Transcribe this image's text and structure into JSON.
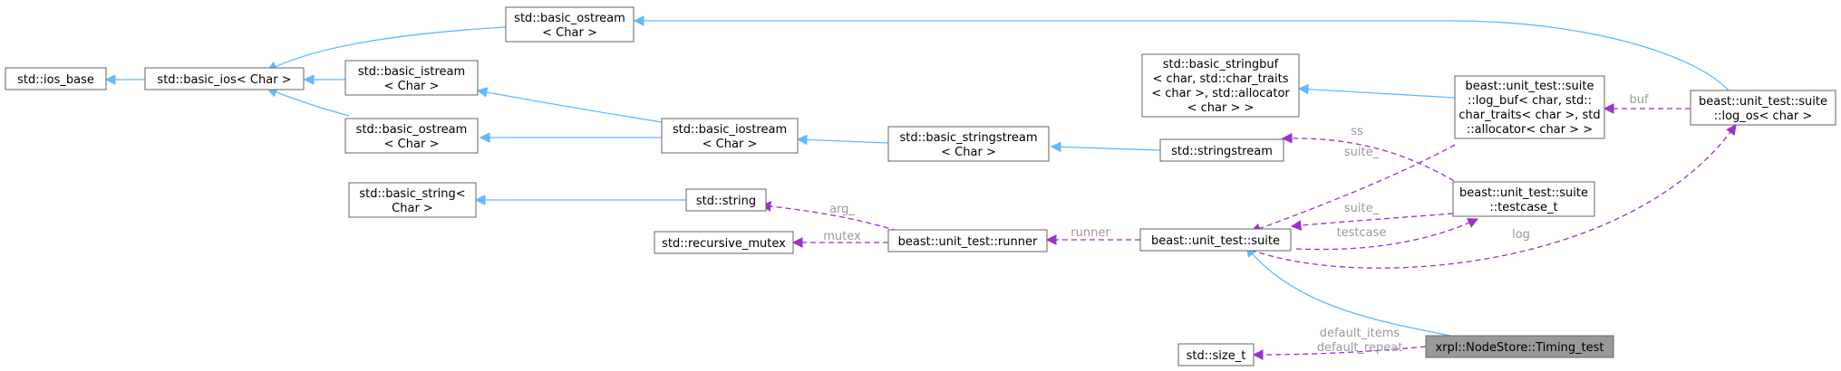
{
  "colors": {
    "inheritance_edge": "#63b8ff",
    "usage_edge": "#9a32cd",
    "focus_node_fill": "#999999",
    "node_border": "#666666",
    "edge_label": "#9a9a9a"
  },
  "nodes": {
    "ios_base": [
      "std::ios_base"
    ],
    "basic_ios": [
      "std::basic_ios< Char >"
    ],
    "basic_ostream_top": [
      "std::basic_ostream",
      "< Char >"
    ],
    "basic_istream": [
      "std::basic_istream",
      "< Char >"
    ],
    "basic_ostream_mid": [
      "std::basic_ostream",
      "< Char >"
    ],
    "basic_iostream": [
      "std::basic_iostream",
      "< Char >"
    ],
    "basic_stringstream": [
      "std::basic_stringstream",
      "< Char >"
    ],
    "stringstream": [
      "std::stringstream"
    ],
    "basic_stringbuf": [
      "std::basic_stringbuf",
      "< char, std::char_traits",
      "< char >, std::allocator",
      "< char > >"
    ],
    "log_buf": [
      "beast::unit_test::suite",
      "::log_buf< char, std::",
      "char_traits< char >, std",
      "::allocator< char > >"
    ],
    "log_os": [
      "beast::unit_test::suite",
      "::log_os< char >"
    ],
    "basic_string": [
      "std::basic_string<",
      "Char >"
    ],
    "string": [
      "std::string"
    ],
    "recursive_mutex": [
      "std::recursive_mutex"
    ],
    "runner": [
      "beast::unit_test::runner"
    ],
    "suite": [
      "beast::unit_test::suite"
    ],
    "testcase_t": [
      "beast::unit_test::suite",
      "::testcase_t"
    ],
    "size_t": [
      "std::size_t"
    ],
    "timing_test": [
      "xrpl::NodeStore::Timing_test"
    ]
  },
  "edge_labels": {
    "buf": "buf",
    "ss": "ss",
    "suite_upper": "suite_",
    "suite_lower": "suite_",
    "arg": "arg_",
    "mutex": "mutex",
    "runner": "runner",
    "testcase": "testcase",
    "log": "log",
    "default_items": "default_items",
    "default_repeat": "default_repeat"
  }
}
